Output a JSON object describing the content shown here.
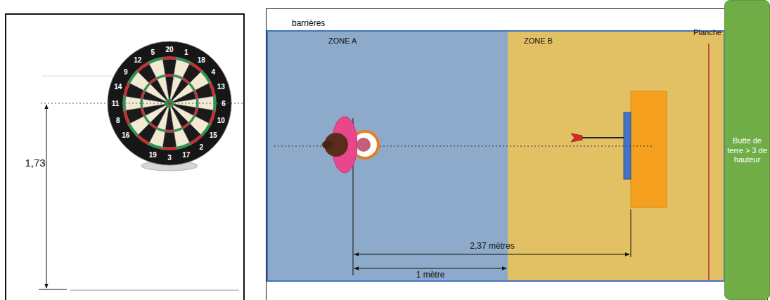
{
  "diagram": {
    "nodes": [
      {
        "text": [
          "barrières"
        ]
      },
      {
        "text": [
          "ZONE A"
        ],
        "in": 0
      },
      {
        "text": [
          "ZONE B"
        ],
        "in": 0
      },
      {
        "text": [
          "Butte de terre > 3 de hauteur"
        ]
      }
    ],
    "labels": [
      "1,73",
      "20",
      "1",
      "18",
      "4",
      "13",
      "6",
      "10",
      "15",
      "2",
      "17",
      "3",
      "19",
      "16",
      "8",
      "11",
      "14",
      "9",
      "12",
      "5",
      "Planche",
      "2,37 mètres",
      "1 mètre"
    ]
  }
}
